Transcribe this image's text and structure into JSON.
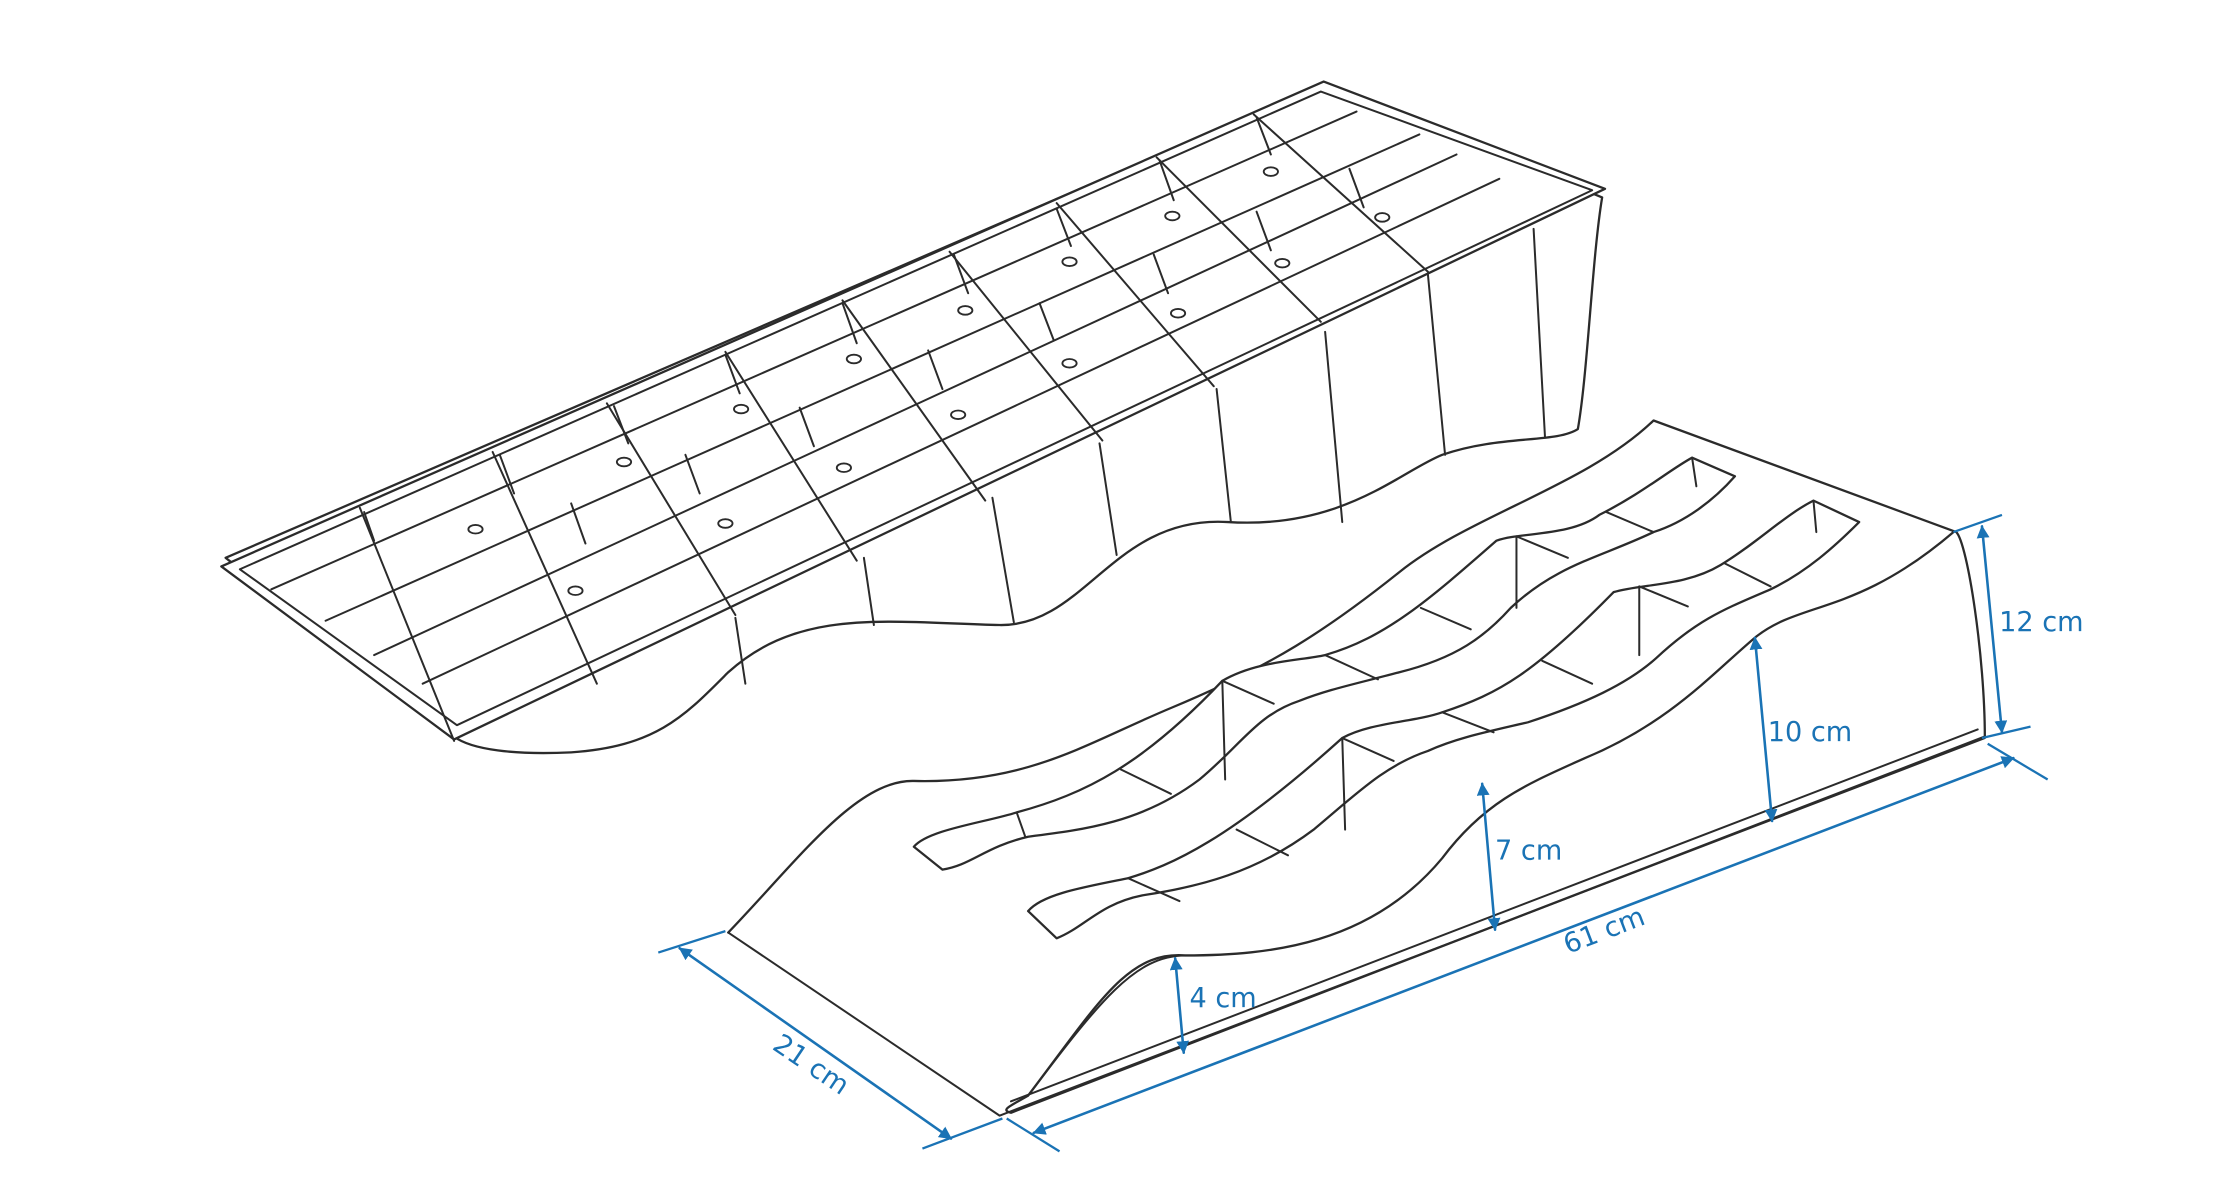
{
  "colors": {
    "dimension": "#1a73b5",
    "outline": "#2b2b2b",
    "background": "#ffffff"
  },
  "dimensions": {
    "height_max": "12 cm",
    "step_3": "10 cm",
    "step_2": "7 cm",
    "step_1": "4 cm",
    "length": "61 cm",
    "width": "21 cm"
  }
}
